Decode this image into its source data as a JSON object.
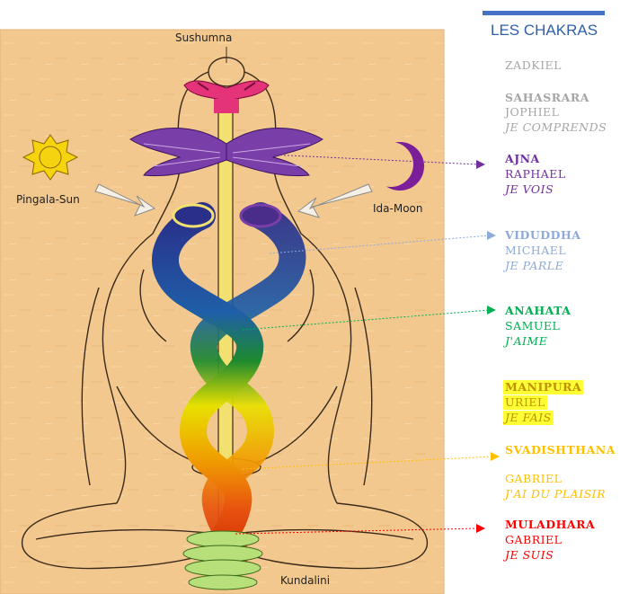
{
  "title": "LES CHAKRAS",
  "figure_labels": {
    "top": "Sushumna",
    "left": "Pingala-Sun",
    "right": "Ida-Moon",
    "bottom": "Kundalini"
  },
  "chakras": [
    {
      "name": "",
      "angel": "ZADKIEL",
      "phrase": "",
      "color": "#a6a6a6"
    },
    {
      "name": "SAHASRARA",
      "angel": "JOPHIEL",
      "phrase": "JE COMPRENDS",
      "color": "#a6a6a6"
    },
    {
      "name": "AJNA",
      "angel": "RAPHAEL",
      "phrase": "JE VOIS",
      "color": "#7030a0"
    },
    {
      "name": "VIDUDDHA",
      "angel": "MICHAEL",
      "phrase": "JE PARLE",
      "color": "#8eaadb"
    },
    {
      "name": "ANAHATA",
      "angel": "SAMUEL",
      "phrase": "J'AIME",
      "color": "#00b050"
    },
    {
      "name": "MANIPURA",
      "angel": "URIEL",
      "phrase": "JE FAIS",
      "color": "#c09000",
      "highlight": "#ffff33"
    },
    {
      "name": "SVADISHTHANA",
      "angel": "GABRIEL",
      "phrase": "J'AI DU PLAISIR",
      "color": "#ffc000"
    },
    {
      "name": "MULADHARA",
      "angel": "GABRIEL",
      "phrase": "JE SUIS",
      "color": "#ff0000"
    }
  ],
  "colors": {
    "title": "#2e5fa8",
    "title_bar": "#4472c4",
    "paper": "#f2c88e"
  }
}
